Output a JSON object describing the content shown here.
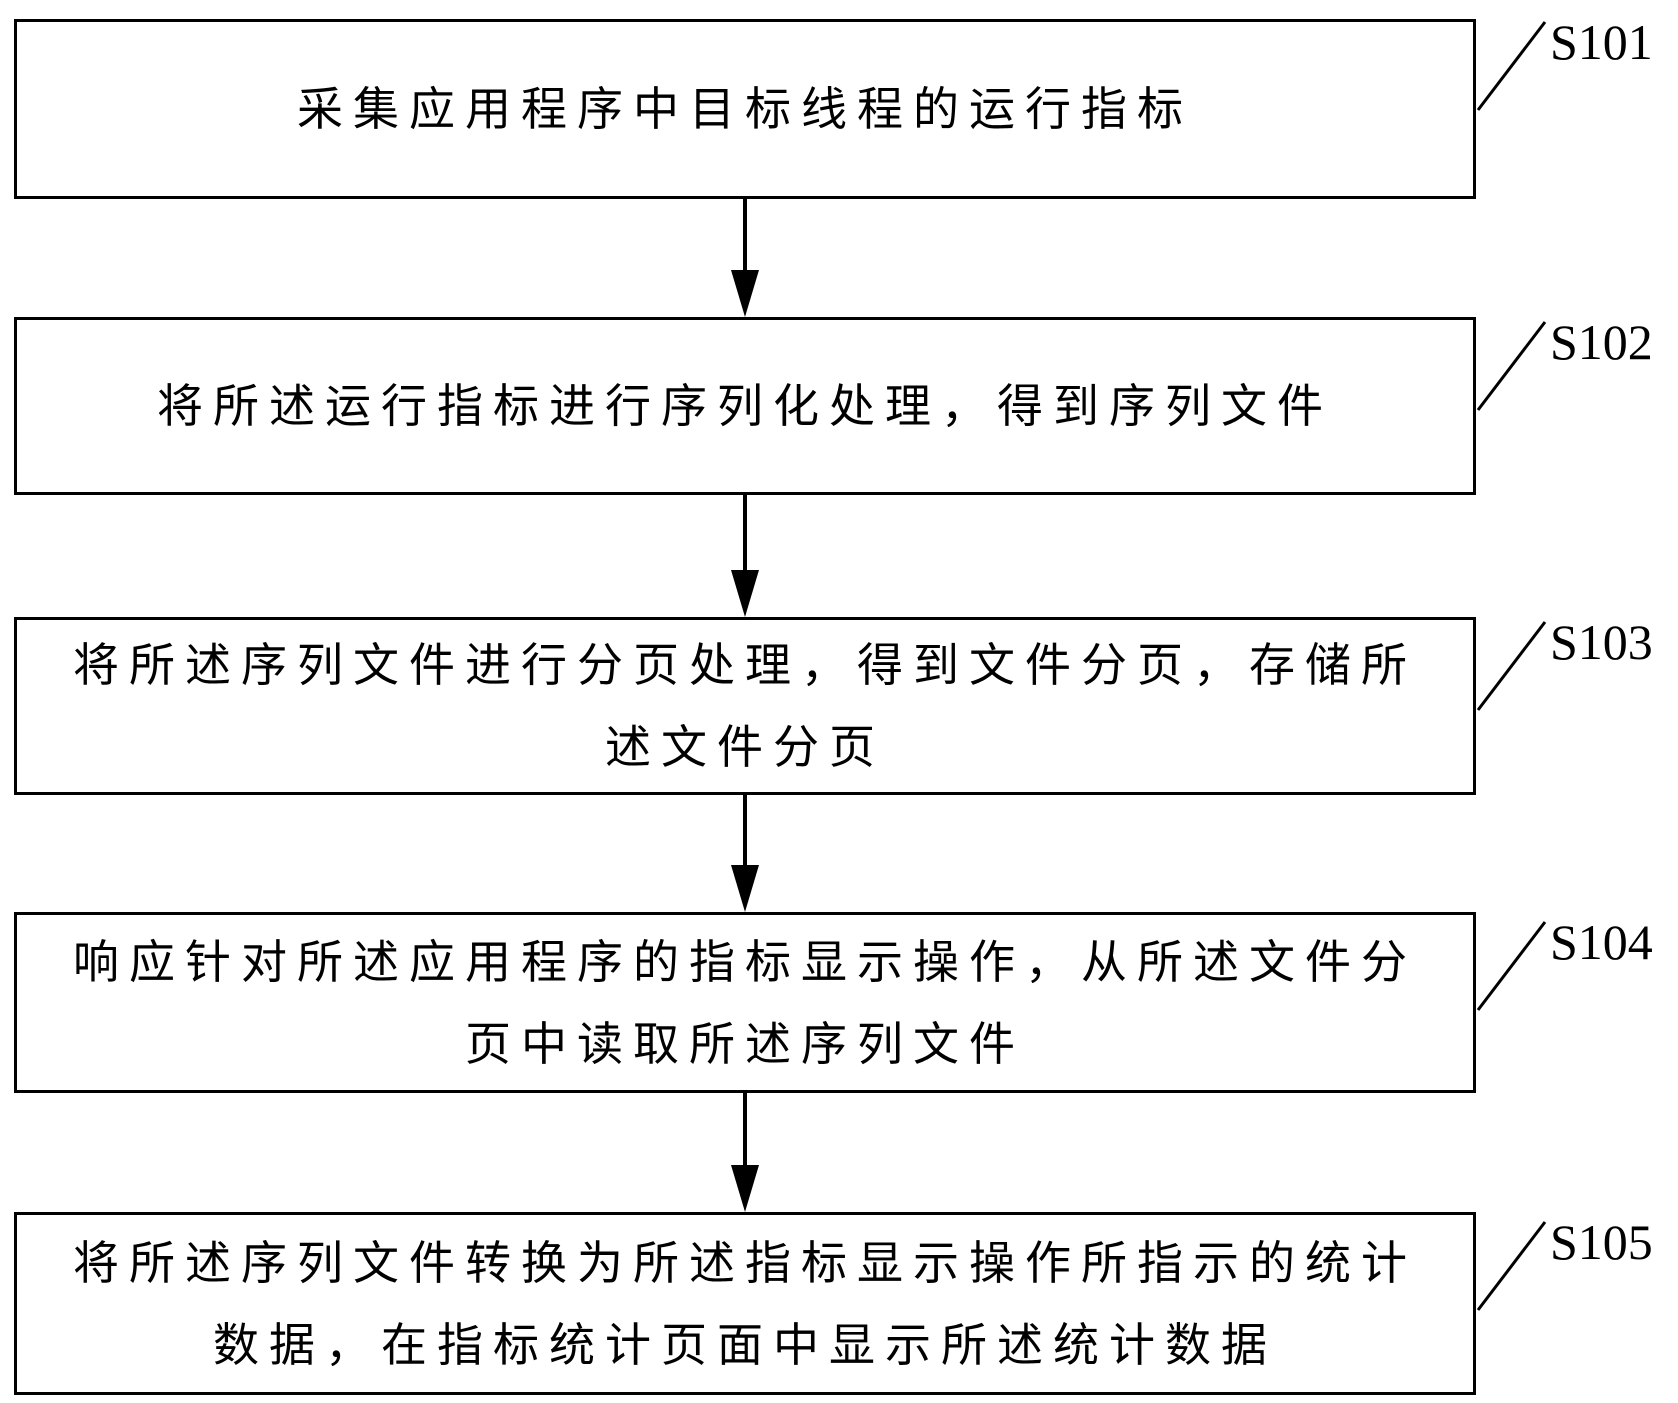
{
  "steps": [
    {
      "id": "S101",
      "label": "S101",
      "text": "采集应用程序中目标线程的运行指标"
    },
    {
      "id": "S102",
      "label": "S102",
      "text": "将所述运行指标进行序列化处理，得到序列文件"
    },
    {
      "id": "S103",
      "label": "S103",
      "text": "将所述序列文件进行分页处理，得到文件分页，存储所述文件分页"
    },
    {
      "id": "S104",
      "label": "S104",
      "text": "响应针对所述应用程序的指标显示操作，从所述文件分页中读取所述序列文件"
    },
    {
      "id": "S105",
      "label": "S105",
      "text": "将所述序列文件转换为所述指标显示操作所指示的统计数据，在指标统计页面中显示所述统计数据"
    }
  ],
  "colors": {
    "line": "#000000",
    "background": "#ffffff"
  }
}
